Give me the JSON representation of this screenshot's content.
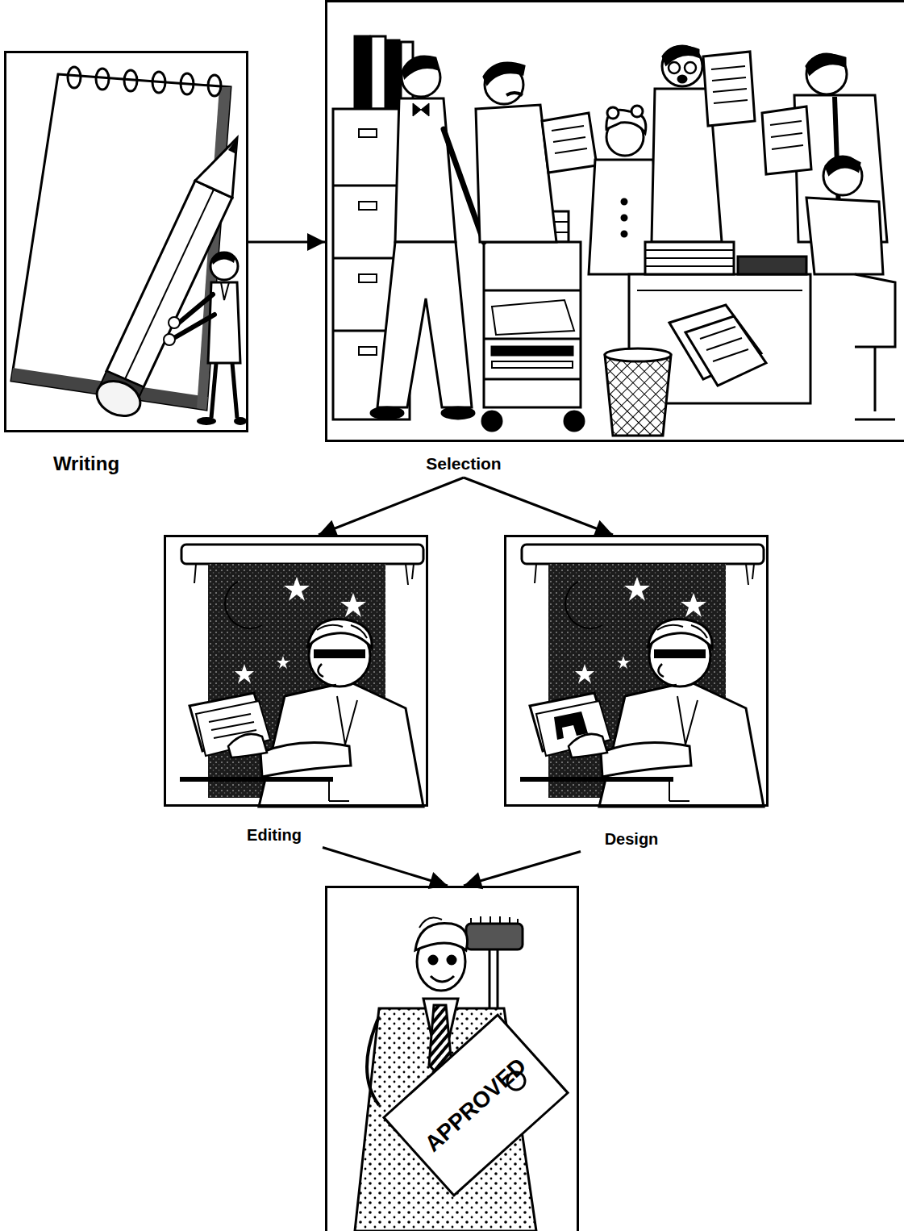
{
  "diagram": {
    "nodes": [
      {
        "text": [
          "Writing"
        ]
      },
      {
        "text": [
          "Selection"
        ]
      },
      {
        "text": [
          "Editing"
        ]
      },
      {
        "text": [
          "Design"
        ]
      },
      {
        "text": [
          "APPROVED"
        ]
      }
    ],
    "edges": [
      {
        "from": 0,
        "to": 1,
        "arrow": "to"
      },
      {
        "from": 1,
        "to": 2,
        "arrow": "to"
      },
      {
        "from": 1,
        "to": 3,
        "arrow": "to"
      },
      {
        "from": 2,
        "to": 4,
        "arrow": "to"
      },
      {
        "from": 3,
        "to": 4,
        "arrow": "to"
      }
    ]
  }
}
